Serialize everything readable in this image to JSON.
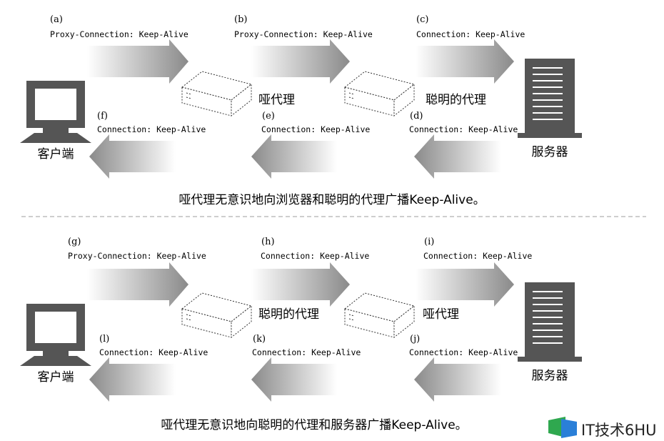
{
  "top": {
    "steps": [
      {
        "letter": "(a)",
        "header": "Proxy-Connection: Keep-Alive"
      },
      {
        "letter": "(b)",
        "header": "Proxy-Connection: Keep-Alive"
      },
      {
        "letter": "(c)",
        "header": "Connection: Keep-Alive"
      },
      {
        "letter": "(d)",
        "header": "Connection: Keep-Alive"
      },
      {
        "letter": "(e)",
        "header": "Connection: Keep-Alive"
      },
      {
        "letter": "(f)",
        "header": "Connection: Keep-Alive"
      }
    ],
    "client_label": "客户端",
    "proxy1_label": "哑代理",
    "proxy2_label": "聪明的代理",
    "server_label": "服务器",
    "caption": "哑代理无意识地向浏览器和聪明的代理广播Keep-Alive。"
  },
  "bottom": {
    "steps": [
      {
        "letter": "(g)",
        "header": "Proxy-Connection: Keep-Alive"
      },
      {
        "letter": "(h)",
        "header": "Connection: Keep-Alive"
      },
      {
        "letter": "(i)",
        "header": "Connection: Keep-Alive"
      },
      {
        "letter": "(j)",
        "header": "Connection: Keep-Alive"
      },
      {
        "letter": "(k)",
        "header": "Connection: Keep-Alive"
      },
      {
        "letter": "(l)",
        "header": "Connection: Keep-Alive"
      }
    ],
    "client_label": "客户端",
    "proxy1_label": "聪明的代理",
    "proxy2_label": "哑代理",
    "server_label": "服务器",
    "caption": "哑代理无意识地向聪明的代理和服务器广播Keep-Alive。"
  },
  "watermark": {
    "text": "IT技术6HU"
  },
  "colors": {
    "arrow_dark": "#8a8a8a",
    "device": "#555555",
    "divider": "#bdbdbd"
  }
}
